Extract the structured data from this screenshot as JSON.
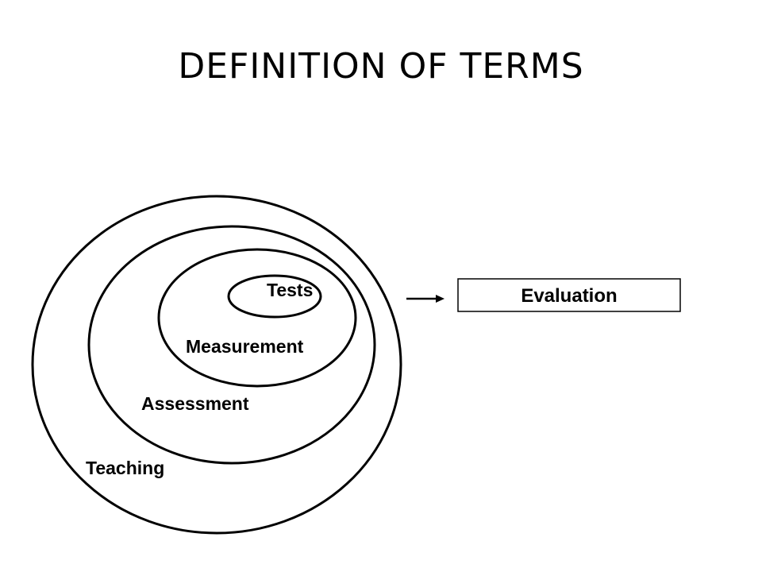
{
  "slide": {
    "title": "DEFINITION OF TERMS"
  },
  "diagram": {
    "rings": [
      {
        "label": "Teaching"
      },
      {
        "label": "Assessment"
      },
      {
        "label": "Measurement"
      },
      {
        "label": "Tests"
      }
    ],
    "target": {
      "label": "Evaluation"
    },
    "colors": {
      "stroke": "#000000",
      "background": "#ffffff"
    }
  }
}
